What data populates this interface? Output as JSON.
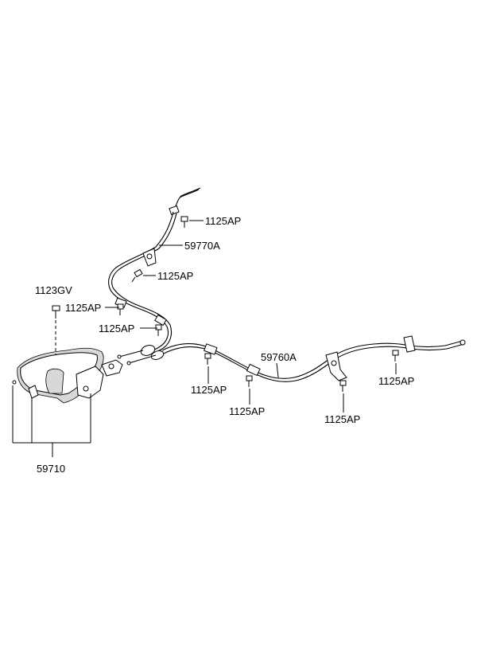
{
  "labels": {
    "bolt_top": "1125AP",
    "cable_front": "59770A",
    "bolt_front_mid": "1125AP",
    "screw_lever": "1123GV",
    "bolt_left": "1125AP",
    "bolt_left_low": "1125AP",
    "cable_rear": "59760A",
    "bolt_center": "1125AP",
    "bolt_center_low": "1125AP",
    "bolt_right_low": "1125AP",
    "bolt_far_right": "1125AP",
    "lever_assembly": "59710"
  }
}
